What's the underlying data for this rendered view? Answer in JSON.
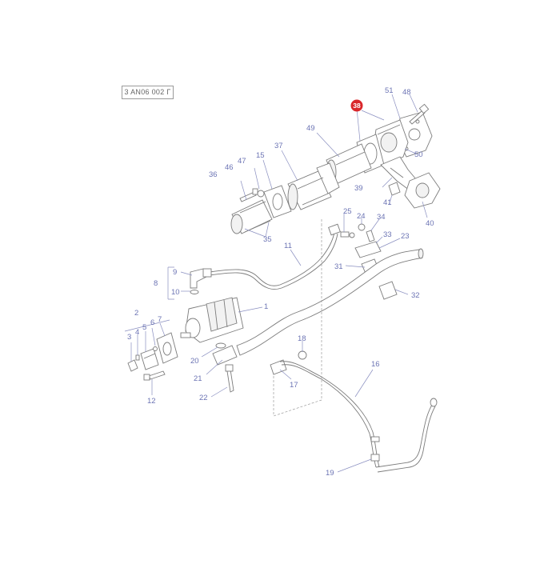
{
  "diagram": {
    "reference_code": "3 AN06 002 Г",
    "highlight": {
      "label": "38",
      "color": "#d9262a"
    },
    "colors": {
      "callout": "#6c74b4",
      "line": "#7c7c7c"
    },
    "callouts": [
      {
        "id": "c1",
        "label": "1"
      },
      {
        "id": "c2",
        "label": "2"
      },
      {
        "id": "c3",
        "label": "3"
      },
      {
        "id": "c4",
        "label": "4"
      },
      {
        "id": "c5",
        "label": "5"
      },
      {
        "id": "c6",
        "label": "6"
      },
      {
        "id": "c7",
        "label": "7"
      },
      {
        "id": "c8",
        "label": "8"
      },
      {
        "id": "c9",
        "label": "9"
      },
      {
        "id": "c10",
        "label": "10"
      },
      {
        "id": "c11",
        "label": "11"
      },
      {
        "id": "c12",
        "label": "12"
      },
      {
        "id": "c15",
        "label": "15"
      },
      {
        "id": "c16",
        "label": "16"
      },
      {
        "id": "c17",
        "label": "17"
      },
      {
        "id": "c18",
        "label": "18"
      },
      {
        "id": "c19",
        "label": "19"
      },
      {
        "id": "c20",
        "label": "20"
      },
      {
        "id": "c21",
        "label": "21"
      },
      {
        "id": "c22",
        "label": "22"
      },
      {
        "id": "c23",
        "label": "23"
      },
      {
        "id": "c24",
        "label": "24"
      },
      {
        "id": "c25",
        "label": "25"
      },
      {
        "id": "c31",
        "label": "31"
      },
      {
        "id": "c32",
        "label": "32"
      },
      {
        "id": "c33",
        "label": "33"
      },
      {
        "id": "c34",
        "label": "34"
      },
      {
        "id": "c35",
        "label": "35"
      },
      {
        "id": "c36",
        "label": "36"
      },
      {
        "id": "c37",
        "label": "37"
      },
      {
        "id": "c39",
        "label": "39"
      },
      {
        "id": "c40",
        "label": "40"
      },
      {
        "id": "c41",
        "label": "41"
      },
      {
        "id": "c46",
        "label": "46"
      },
      {
        "id": "c47",
        "label": "47"
      },
      {
        "id": "c48",
        "label": "48"
      },
      {
        "id": "c49",
        "label": "49"
      },
      {
        "id": "c50",
        "label": "50"
      },
      {
        "id": "c51",
        "label": "51"
      }
    ]
  }
}
